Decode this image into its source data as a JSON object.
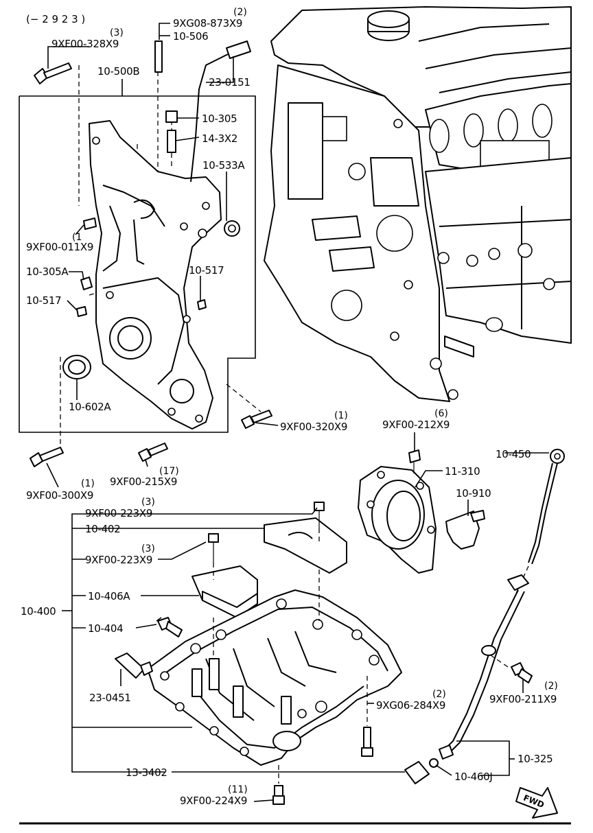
{
  "header": {
    "serial_range": "(− 2 9 2 3 )"
  },
  "labels": [
    {
      "id": "c1",
      "code": "9XG08-873X9",
      "qty": "(2)"
    },
    {
      "id": "c2",
      "code": "10-506",
      "qty": ""
    },
    {
      "id": "c3",
      "code": "9XF00-328X9",
      "qty": "(3)"
    },
    {
      "id": "c4",
      "code": "10-500B",
      "qty": ""
    },
    {
      "id": "c5",
      "code": "23-0151",
      "qty": ""
    },
    {
      "id": "c6",
      "code": "10-305",
      "qty": ""
    },
    {
      "id": "c7",
      "code": "14-3X2",
      "qty": ""
    },
    {
      "id": "c8",
      "code": "10-533A",
      "qty": ""
    },
    {
      "id": "c9",
      "code": "9XF00-011X9",
      "qty": "(1"
    },
    {
      "id": "c10",
      "code": "10-305A",
      "qty": ""
    },
    {
      "id": "c11",
      "code": "10-517",
      "qty": ""
    },
    {
      "id": "c12",
      "code": "10-517",
      "qty": ""
    },
    {
      "id": "c13",
      "code": "10-602A",
      "qty": ""
    },
    {
      "id": "c14",
      "code": "9XF00-320X9",
      "qty": "(1)"
    },
    {
      "id": "c15",
      "code": "9XF00-212X9",
      "qty": "(6)"
    },
    {
      "id": "c16",
      "code": "9XF00-215X9",
      "qty": "(17)"
    },
    {
      "id": "c17",
      "code": "9XF00-300X9",
      "qty": "(1)"
    },
    {
      "id": "c18",
      "code": "10-450",
      "qty": ""
    },
    {
      "id": "c19",
      "code": "11-310",
      "qty": ""
    },
    {
      "id": "c20",
      "code": "10-910",
      "qty": ""
    },
    {
      "id": "c21",
      "code": "9XF00-223X9",
      "qty": "(3)"
    },
    {
      "id": "c22",
      "code": "10-402",
      "qty": ""
    },
    {
      "id": "c23",
      "code": "9XF00-223X9",
      "qty": "(3)"
    },
    {
      "id": "c24",
      "code": "10-406A",
      "qty": ""
    },
    {
      "id": "c25",
      "code": "10-400",
      "qty": ""
    },
    {
      "id": "c26",
      "code": "10-404",
      "qty": ""
    },
    {
      "id": "c27",
      "code": "23-0451",
      "qty": ""
    },
    {
      "id": "c28",
      "code": "9XG06-284X9",
      "qty": "(2)"
    },
    {
      "id": "c29",
      "code": "9XF00-211X9",
      "qty": "(2)"
    },
    {
      "id": "c30",
      "code": "10-325",
      "qty": ""
    },
    {
      "id": "c31",
      "code": "13-3402",
      "qty": ""
    },
    {
      "id": "c32",
      "code": "10-460J",
      "qty": ""
    },
    {
      "id": "c33",
      "code": "9XF00-224X9",
      "qty": "(11)"
    }
  ],
  "fwd_mark": "FWD"
}
